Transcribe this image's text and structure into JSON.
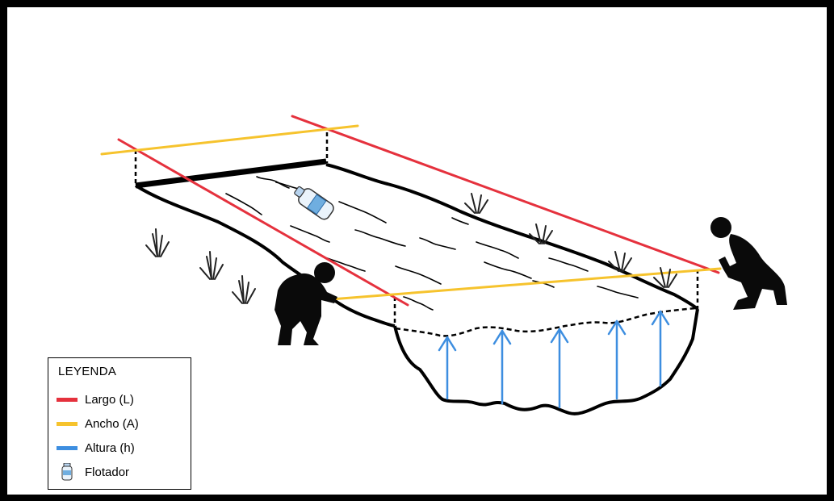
{
  "colors": {
    "largo": "#e5313d",
    "ancho": "#f6c32d",
    "altura": "#3d8ee0",
    "outline": "#000000"
  },
  "legend": {
    "title": "LEYENDA",
    "items": [
      {
        "label": "Largo (L)",
        "color": "#e5313d",
        "icon": "red-line"
      },
      {
        "label": "Ancho (A)",
        "color": "#f6c32d",
        "icon": "yellow-line"
      },
      {
        "label": "Altura (h)",
        "color": "#3d8ee0",
        "icon": "blue-line"
      },
      {
        "label": "Flotador",
        "icon": "bottle-icon"
      }
    ]
  }
}
